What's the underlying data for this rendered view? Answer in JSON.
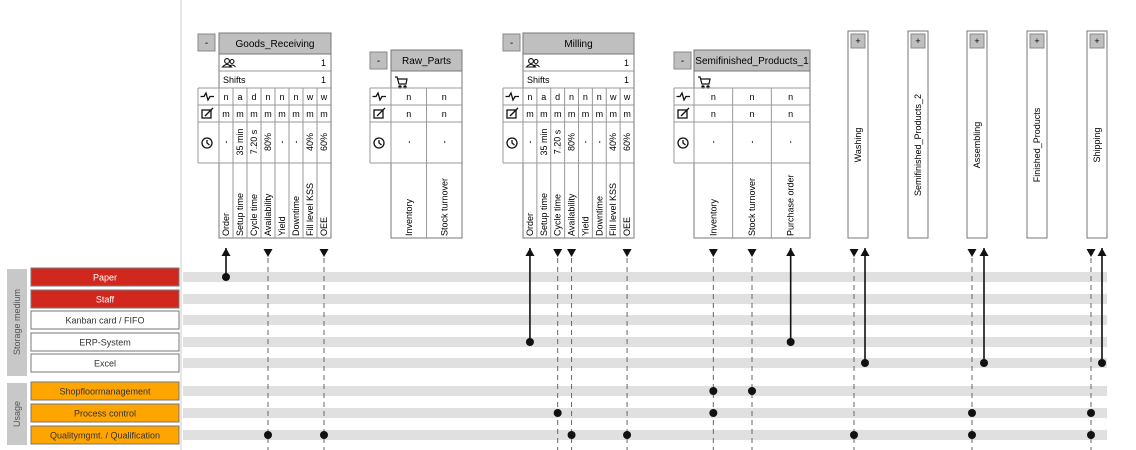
{
  "collapse_symbol": "-",
  "expand_symbol": "+",
  "rows_title_storage": "Storage medium",
  "rows_title_usage": "Usage",
  "storage_rows": [
    {
      "label": "Paper",
      "fill": "#d0281f",
      "text_color": "#ffffff"
    },
    {
      "label": "Staff",
      "fill": "#d0281f",
      "text_color": "#ffffff"
    },
    {
      "label": "Kanban card / FIFO",
      "fill": "#ffffff",
      "text_color": "#333333"
    },
    {
      "label": "ERP-System",
      "fill": "#ffffff",
      "text_color": "#333333"
    },
    {
      "label": "Excel",
      "fill": "#ffffff",
      "text_color": "#333333"
    }
  ],
  "usage_rows": [
    {
      "label": "Shopfloormanagement",
      "fill": "#ffa500",
      "text_color": "#333333"
    },
    {
      "label": "Process control",
      "fill": "#ffa500",
      "text_color": "#333333"
    },
    {
      "label": "Qualitymgmt. / Qualification",
      "fill": "#ffa500",
      "text_color": "#333333"
    }
  ],
  "processes": [
    {
      "title": "Goods_Receiving",
      "operators": "1",
      "shifts_label": "Shifts",
      "shifts": "1",
      "frequency": [
        "n",
        "a",
        "d",
        "n",
        "n",
        "n",
        "w",
        "w"
      ],
      "update": [
        "m",
        "m",
        "m",
        "m",
        "m",
        "m",
        "m",
        "m"
      ],
      "values": [
        "-",
        "35 min",
        "7.20 s",
        "80%",
        "-",
        "-",
        "40%",
        "60%"
      ],
      "params": [
        "Order",
        "Setup time",
        "Cycle time",
        "Availability",
        "Yield",
        "Downtime",
        "Fill level KSS",
        "OEE"
      ]
    },
    {
      "title": "Milling",
      "operators": "1",
      "shifts_label": "Shifts",
      "shifts": "1",
      "frequency": [
        "n",
        "a",
        "d",
        "n",
        "n",
        "n",
        "w",
        "w"
      ],
      "update": [
        "m",
        "m",
        "m",
        "m",
        "m",
        "m",
        "m",
        "m"
      ],
      "values": [
        "-",
        "35 min",
        "7.20 s",
        "80%",
        "-",
        "-",
        "40%",
        "60%"
      ],
      "params": [
        "Order",
        "Setup time",
        "Cycle time",
        "Availability",
        "Yield",
        "Downtime",
        "Fill level KSS",
        "OEE"
      ]
    }
  ],
  "inventories": [
    {
      "title": "Raw_Parts",
      "frequency": [
        "n",
        "n"
      ],
      "update": [
        "n",
        "n"
      ],
      "values": [
        "-",
        "-"
      ],
      "params": [
        "Inventory",
        "Stock turnover"
      ]
    },
    {
      "title": "Semifinished_Products_1",
      "frequency": [
        "n",
        "n",
        "n"
      ],
      "update": [
        "n",
        "n",
        "n"
      ],
      "values": [
        "-",
        "-",
        "-"
      ],
      "params": [
        "Inventory",
        "Stock turnover",
        "Purchase order"
      ]
    }
  ],
  "collapsed_nodes": [
    "Washing",
    "Semifinished_Products_2",
    "Assembling",
    "Finished_Products",
    "Shipping"
  ],
  "colors": {
    "paper_red": "#d0281f",
    "usage_orange": "#ffa500",
    "header_gray": "#bfbfbf",
    "band_gray": "#e0e0e0"
  }
}
